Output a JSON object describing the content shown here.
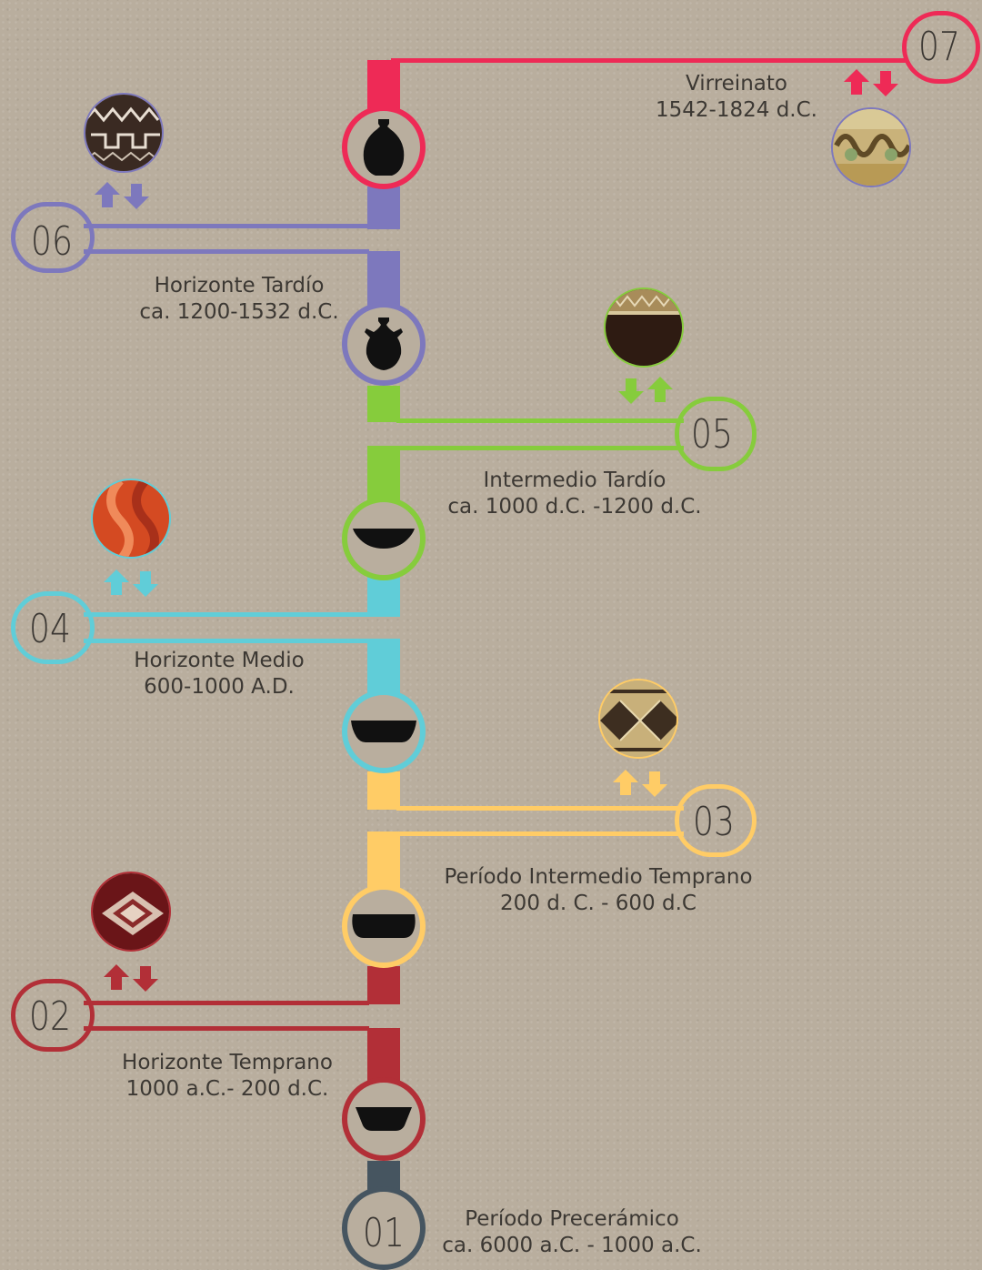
{
  "timeline": {
    "periods": [
      {
        "number": "01",
        "name": "Período Precerámico",
        "dates": "ca. 6000 a.C. - 1000 a.C.",
        "color": "#465560"
      },
      {
        "number": "02",
        "name": "Horizonte Temprano",
        "dates": "1000 a.C.- 200 d.C.",
        "color": "#b22f37"
      },
      {
        "number": "03",
        "name": "Período Intermedio Temprano",
        "dates": "200 d. C. - 600 d.C",
        "color": "#ffcc66"
      },
      {
        "number": "04",
        "name": "Horizonte Medio",
        "dates": "600-1000 A.D.",
        "color": "#60cdd8"
      },
      {
        "number": "05",
        "name": "Intermedio Tardío",
        "dates": "ca. 1000 d.C. -1200 d.C.",
        "color": "#86cc3c"
      },
      {
        "number": "06",
        "name": "Horizonte Tardío",
        "dates": "ca. 1200-1532 d.C.",
        "color": "#7d78bd"
      },
      {
        "number": "07",
        "name": "Virreinato",
        "dates": "1542-1824 d.C.",
        "color": "#ee2a56"
      }
    ],
    "icons": {
      "vessel_bowl": "bowl-icon",
      "vessel_jar": "jar-icon",
      "toggle": "up-down-arrows-icon",
      "textile": "textile-thumbnail"
    }
  }
}
